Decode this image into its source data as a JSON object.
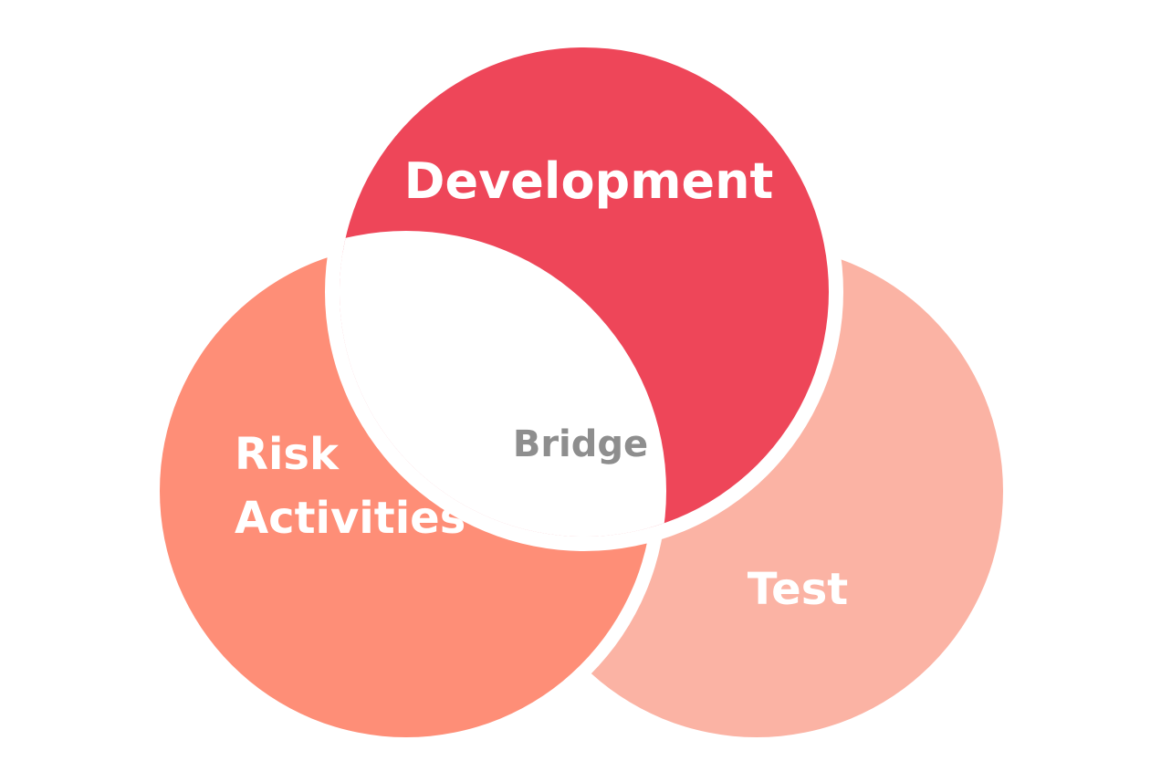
{
  "diagram": {
    "colors": {
      "background": "#ffffff",
      "development": "#EE4659",
      "risk": "#FE8E77",
      "test": "#FBB3A4",
      "bridge_fill": "#ffffff",
      "label_light": "#ffffff",
      "label_bridge": "#8E8E8E"
    },
    "labels": {
      "development": "Development",
      "risk_line1": "Risk",
      "risk_line2": "Activities",
      "test": "Test",
      "bridge": "Bridge"
    }
  }
}
